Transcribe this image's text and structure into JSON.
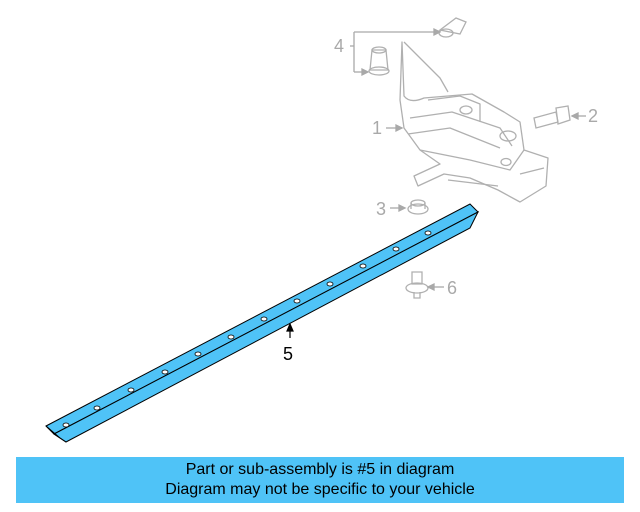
{
  "diagram": {
    "callouts": {
      "c1": "1",
      "c2": "2",
      "c3": "3",
      "c4": "4",
      "c5": "5",
      "c6": "6"
    },
    "highlight_color": "#4fc3f7",
    "faded_color": "#a9a9a9"
  },
  "banner": {
    "line1": "Part or sub-assembly is #5 in diagram",
    "line2": "Diagram may not be specific to your vehicle",
    "background": "#4fc3f7"
  }
}
